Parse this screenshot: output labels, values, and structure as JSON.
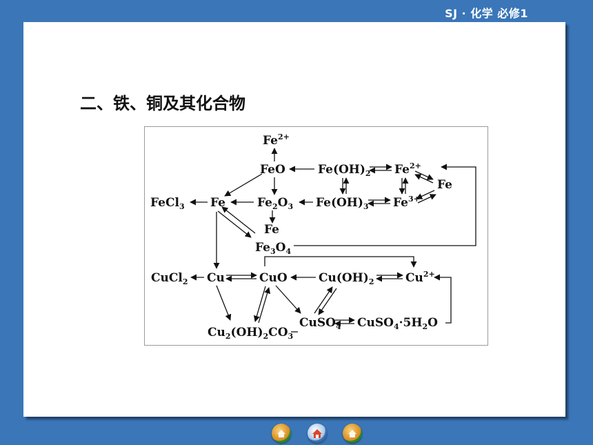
{
  "header": {
    "course": "SJ · 化学  必修1"
  },
  "section": {
    "title": "二、铁、铜及其化合物"
  },
  "diagram": {
    "nodes": {
      "fe2plus_top": {
        "base": "Fe",
        "sup": "2+"
      },
      "feo": {
        "base": "FeO"
      },
      "feoh2": {
        "base": "Fe(OH)",
        "sub": "2"
      },
      "fe2plus_right": {
        "base": "Fe",
        "sup": "2+"
      },
      "fe_right": {
        "base": "Fe"
      },
      "fecl3": {
        "base": "FeCl",
        "sub": "3"
      },
      "fe_center": {
        "base": "Fe"
      },
      "fe2o3": {
        "a": "Fe",
        "s1": "2",
        "b": "O",
        "s2": "3"
      },
      "feoh3": {
        "base": "Fe(OH)",
        "sub": "3"
      },
      "fe3plus": {
        "base": "Fe",
        "sup": "3+"
      },
      "fe_lower": {
        "base": "Fe"
      },
      "fe3o4": {
        "a": "Fe",
        "s1": "3",
        "b": "O",
        "s2": "4"
      },
      "cucl2": {
        "base": "CuCl",
        "sub": "2"
      },
      "cu": {
        "base": "Cu"
      },
      "cuo": {
        "base": "CuO"
      },
      "cuoh2": {
        "base": "Cu(OH)",
        "sub": "2"
      },
      "cu2plus": {
        "base": "Cu",
        "sup": "2+"
      },
      "cu2oh2co3": {
        "a": "Cu",
        "s1": "2",
        "b": "(OH)",
        "s2": "2",
        "c": "CO",
        "s3": "3"
      },
      "cuso4": {
        "base": "CuSO",
        "sub": "4"
      },
      "cuso4_5h2o": {
        "a": "CuSO",
        "s1": "4",
        "b": "·5H",
        "s2": "2",
        "c": "O"
      }
    }
  },
  "nav": {
    "prev_icon": "house-left-icon",
    "home_icon": "home-icon",
    "next_icon": "house-right-icon"
  }
}
